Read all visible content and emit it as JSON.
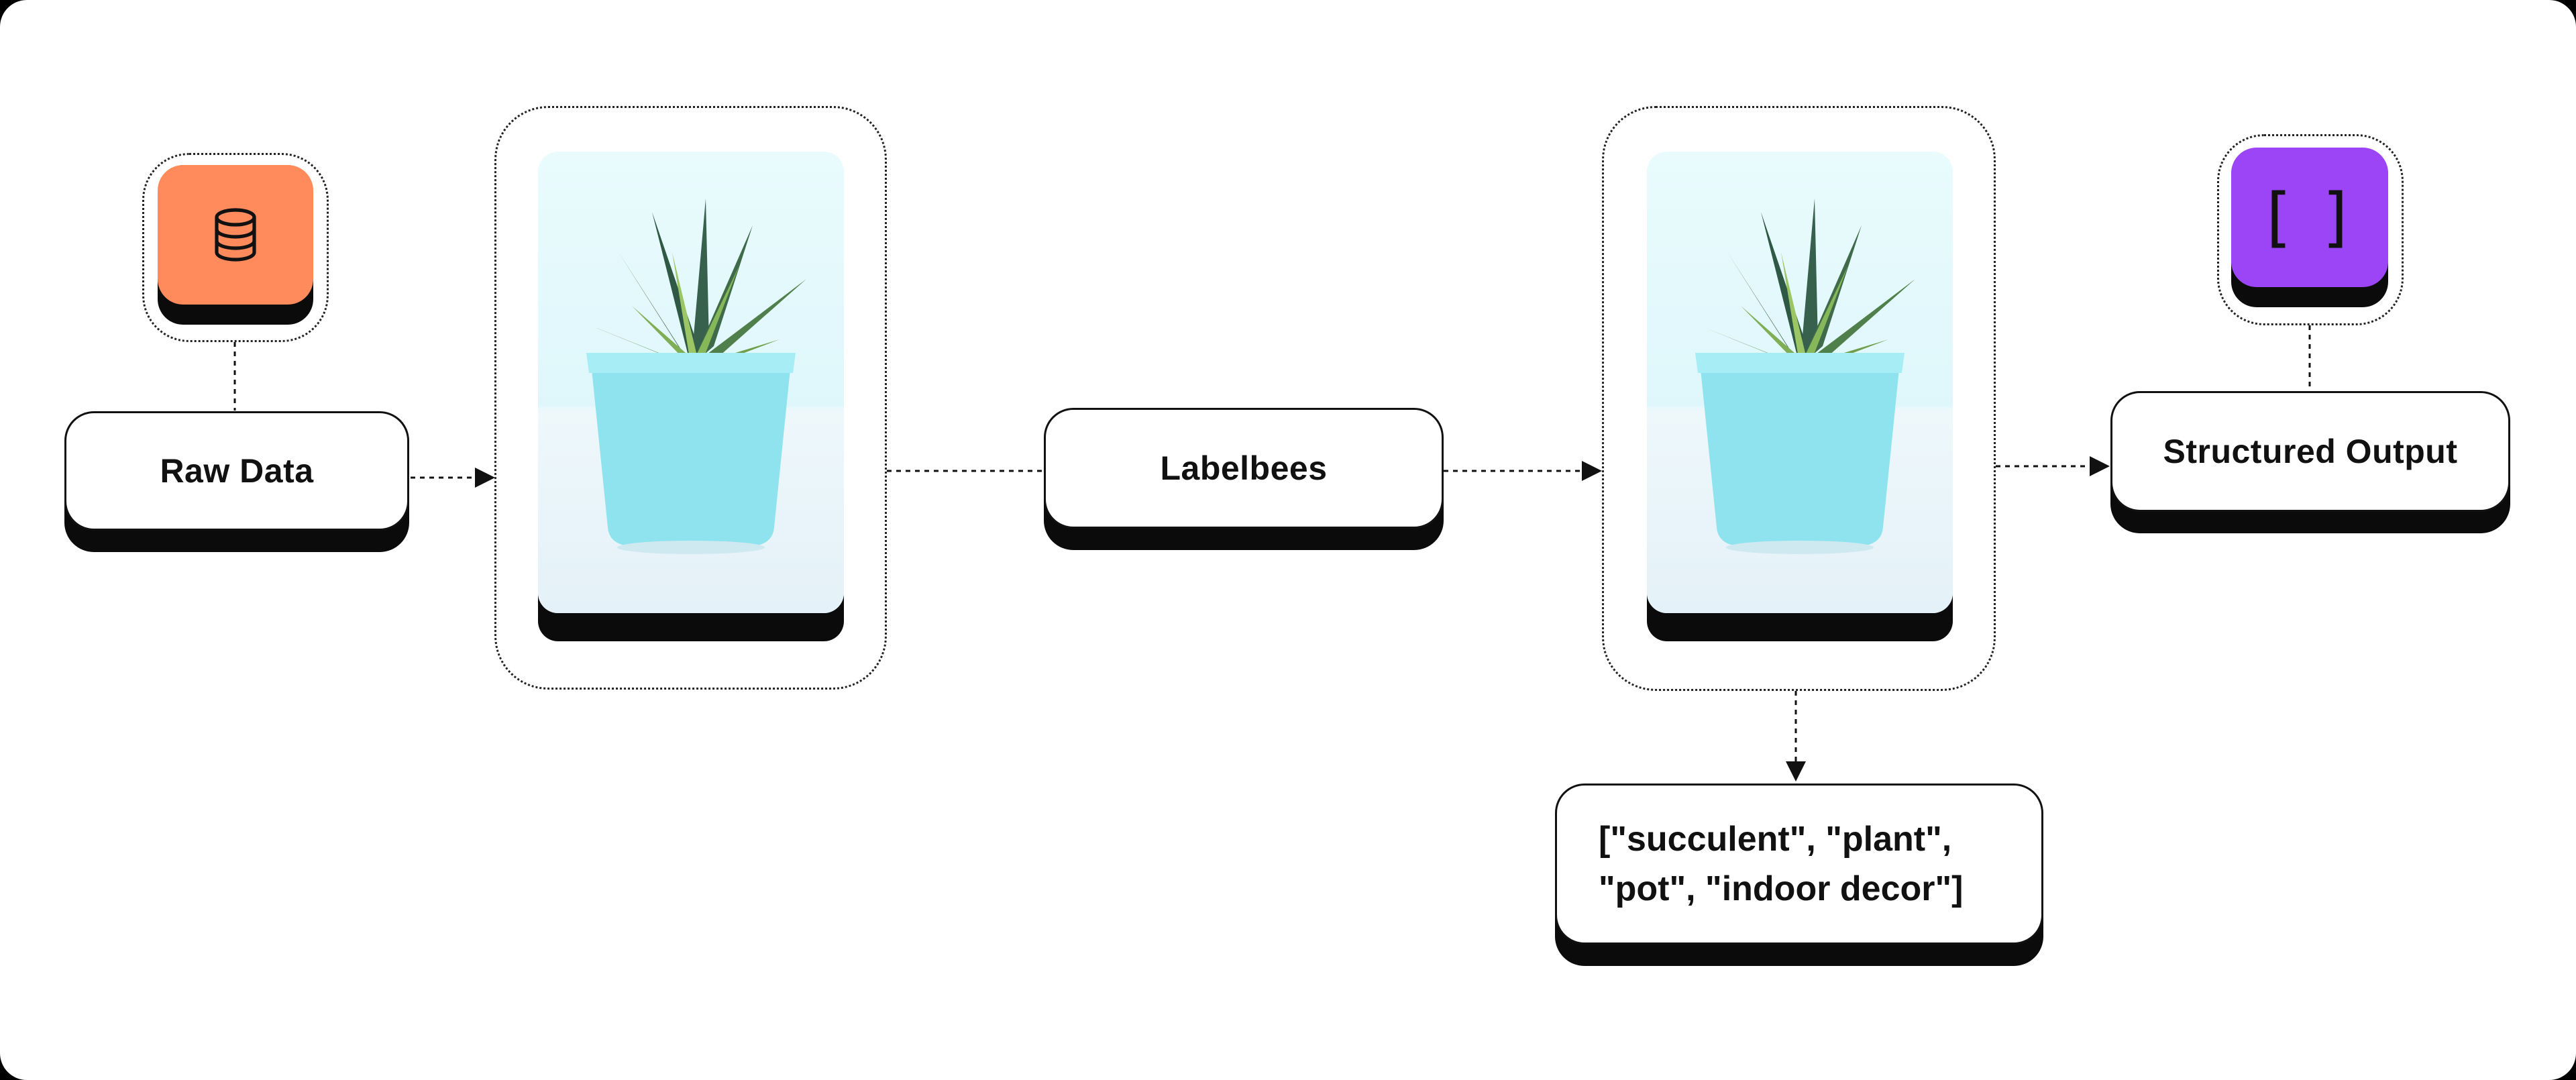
{
  "nodes": {
    "raw_data": {
      "label": "Raw Data",
      "icon": "database-icon",
      "icon_color": "#FF8A5C"
    },
    "labelbees": {
      "label": "Labelbees"
    },
    "structured_output": {
      "label": "Structured Output",
      "icon": "brackets-icon",
      "icon_color": "#9B45F7",
      "icon_glyph": "[ ]"
    },
    "tags_output": {
      "line1": "[\"succulent\", \"plant\",",
      "line2": "\"pot\", \"indoor decor\"]"
    }
  },
  "images": {
    "input_image": {
      "subject": "succulent-in-blue-pot"
    },
    "labeled_image": {
      "subject": "succulent-in-blue-pot"
    }
  },
  "colors": {
    "background": "#ffffff",
    "frame": "#000000",
    "line": "#111111"
  }
}
